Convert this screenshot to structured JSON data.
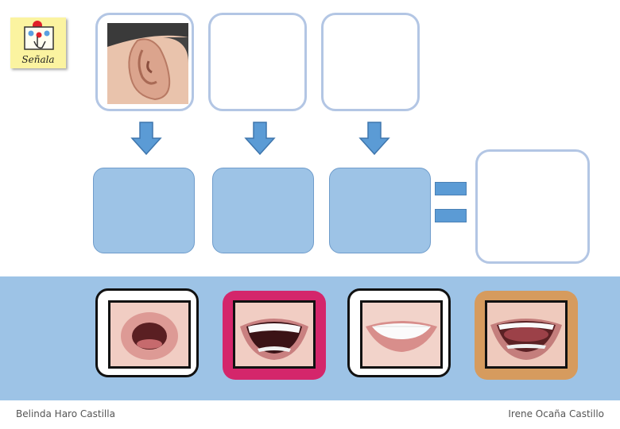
{
  "icon": {
    "label": "Señala"
  },
  "footer": {
    "left_credit": "Belinda Haro Castilla",
    "right_credit": "Irene Ocaña Castillo"
  },
  "colors": {
    "band": "#9dc3e6",
    "slot_blue": "#9dc3e6",
    "outline": "#b3c6e4",
    "arrow": "#5b9bd5",
    "card_white": "#ffffff",
    "card_magenta": "#d4266b",
    "card_tan": "#d69b5e"
  },
  "top_slots": [
    "ear-picture",
    "empty",
    "empty"
  ],
  "answer_cards": [
    "mouth-o",
    "mouth-open-teeth",
    "mouth-smile",
    "mouth-tongue"
  ]
}
